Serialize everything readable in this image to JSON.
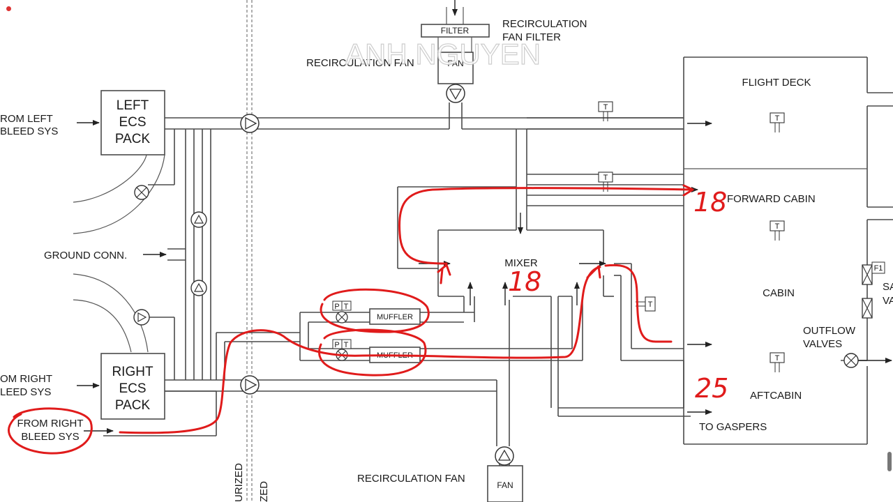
{
  "labels": {
    "from_left_bleed": [
      "ROM LEFT",
      "BLEED SYS"
    ],
    "left_pack": [
      "LEFT",
      "ECS",
      "PACK"
    ],
    "right_pack": [
      "RIGHT",
      "ECS",
      "PACK"
    ],
    "from_right_bleed_top": [
      "OM RIGHT",
      "LEED SYS"
    ],
    "from_right_bleed_circled": [
      "FROM RIGHT",
      "BLEED SYS"
    ],
    "ground_conn": "GROUND CONN.",
    "filter": "FILTER",
    "recirc_fan_filter": [
      "RECIRCULATION",
      "FAN FILTER"
    ],
    "recirc_fan_top": "RECIRCULATION FAN",
    "fan_top": "FAN",
    "recirc_fan_bottom": "RECIRCULATION FAN",
    "fan_bottom": "FAN",
    "flight_deck": "FLIGHT DECK",
    "forward_cabin": "FORWARD CABIN",
    "cabin": "CABIN",
    "aft_cabin": "AFTCABIN",
    "outflow_valves": [
      "OUTFLOW",
      "VALVES"
    ],
    "to_gaspers": "TO GASPERS",
    "mixer": "MIXER",
    "muffler_1": "MUFFLER",
    "muffler_2": "MUFFLER",
    "pt_p": "P",
    "pt_t": "T",
    "t_sensor": "T",
    "f1": "F1",
    "sa_va": [
      "SA",
      "VA"
    ],
    "pressurized_1": "URIZED",
    "pressurized_2": "ZED"
  },
  "annotations": {
    "forward_cabin_temp": "18",
    "mixer_temp": "18",
    "aft_cabin_temp": "25"
  },
  "watermark": "ANH NGUYEN",
  "colors": {
    "annotation": "#e01b1b",
    "lines": "#4a4a4a"
  }
}
